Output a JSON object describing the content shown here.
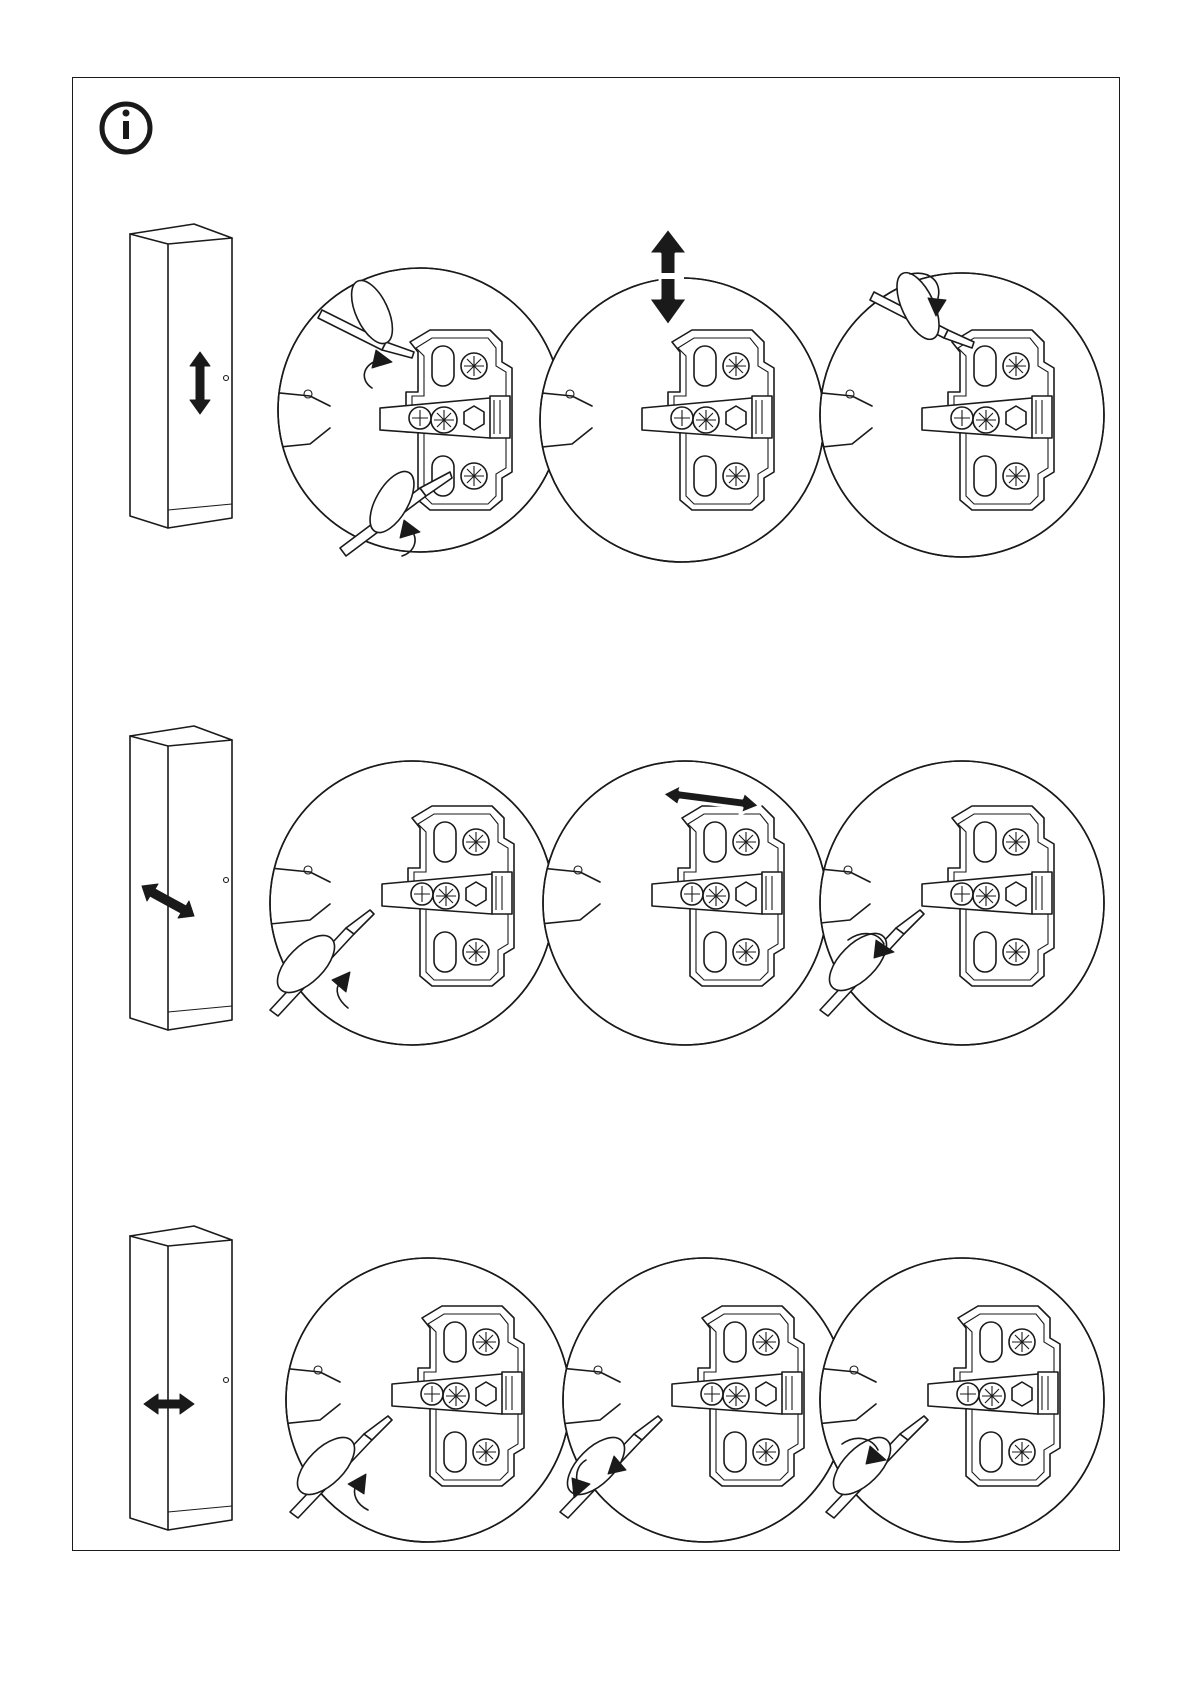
{
  "page": {
    "info_icon": "info-circle-icon",
    "colors": {
      "ink": "#1a1a1a",
      "paper": "#ffffff"
    }
  },
  "rows": [
    {
      "name": "vertical-adjustment",
      "adjust_icon": "vertical-double-arrow-icon",
      "panels": 3
    },
    {
      "name": "depth-adjustment",
      "adjust_icon": "diagonal-double-arrow-icon",
      "panels": 3
    },
    {
      "name": "side-adjustment",
      "adjust_icon": "horizontal-double-arrow-icon",
      "panels": 3
    }
  ]
}
